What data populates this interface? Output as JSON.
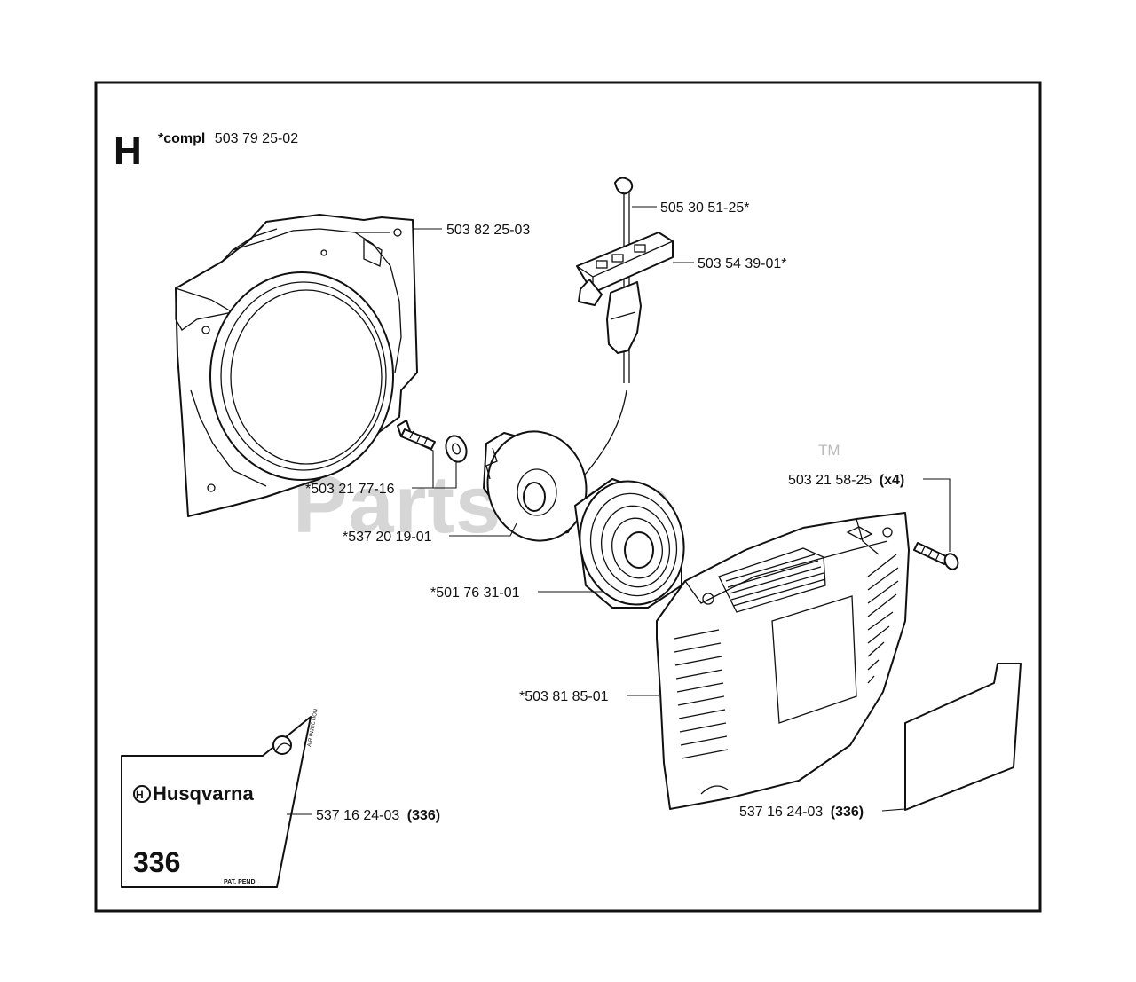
{
  "section": {
    "letter": "H",
    "compl_prefix": "*compl",
    "compl_number": "503 79 25-02"
  },
  "watermark": {
    "text": "PartsTree",
    "trademark": "TM"
  },
  "parts": {
    "rope": "505 30 51-25*",
    "handle": "503 54 39-01*",
    "fan_housing": "503 82 25-03",
    "screw": "*503 21 77-16",
    "pulley": "*537 20 19-01",
    "spring": "*501 76 31-01",
    "cover_screw_number": "503 21 58-25",
    "cover_screw_qty": "(x4)",
    "starter_cover": "*503 81 85-01",
    "decal_left_number": "537 16 24-03",
    "decal_left_model": "(336)",
    "decal_right_number": "537 16 24-03",
    "decal_right_model": "(336)"
  },
  "decal": {
    "brand": "Husqvarna",
    "model": "336",
    "pat": "PAT. PEND.",
    "air": "AIR INJECTION"
  }
}
